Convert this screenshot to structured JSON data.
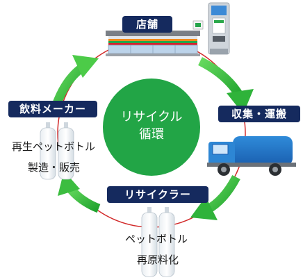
{
  "center": {
    "line1": "リサイクル",
    "line2": "循環"
  },
  "stages": {
    "store": "店舗",
    "collection": "収集・運搬",
    "recycler": "リサイクラー",
    "maker": "飲料メーカー"
  },
  "captions": {
    "maker_line1": "再生ペットボトル",
    "maker_line2": "製造・販売",
    "recycler_line1": "ペットボトル",
    "recycler_line2": "再原料化"
  },
  "colors": {
    "circle": "#22a546",
    "label_bg": "#152a5e",
    "ring": "#d22a2a",
    "arrow": "#35c33c"
  },
  "icons": [
    "convenience-store-icon",
    "recycling-machine-icon",
    "garbage-truck-icon",
    "pet-bottle-icon"
  ]
}
